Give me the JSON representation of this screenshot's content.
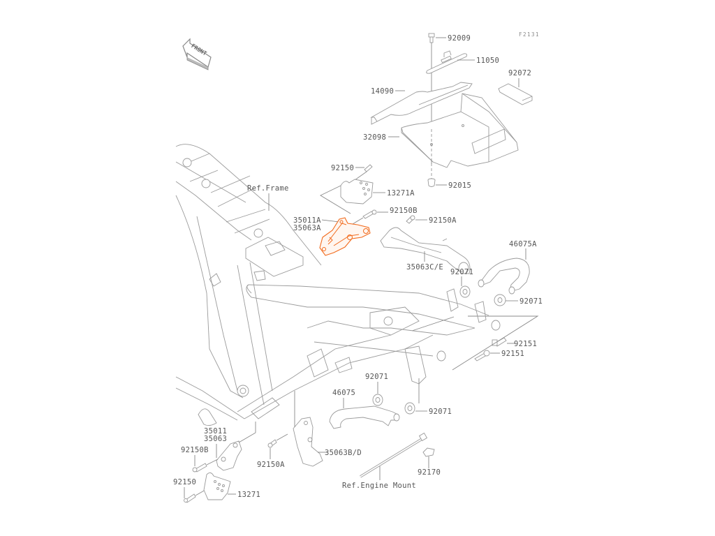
{
  "diagram": {
    "figure_code": "F2131",
    "front_indicator": "FRONT",
    "highlight_color": "#f26b1d",
    "line_color": "#9a9a9a",
    "highlighted_part": "35011A / 35063A",
    "references": {
      "frame": "Ref.Frame",
      "engine_mount": "Ref.Engine Mount"
    },
    "parts": [
      {
        "id": "p92009",
        "number": "92009"
      },
      {
        "id": "p11050",
        "number": "11050"
      },
      {
        "id": "p92072",
        "number": "92072"
      },
      {
        "id": "p14090",
        "number": "14090"
      },
      {
        "id": "p32098",
        "number": "32098"
      },
      {
        "id": "p92015",
        "number": "92015"
      },
      {
        "id": "p92150_top",
        "number": "92150"
      },
      {
        "id": "p13271A",
        "number": "13271A"
      },
      {
        "id": "p92150B_top",
        "number": "92150B"
      },
      {
        "id": "p92150A_top",
        "number": "92150A"
      },
      {
        "id": "p35011A",
        "number": "35011A"
      },
      {
        "id": "p35063A",
        "number": "35063A"
      },
      {
        "id": "p35063CE",
        "number": "35063C/E"
      },
      {
        "id": "p46075A",
        "number": "46075A"
      },
      {
        "id": "p92071_a",
        "number": "92071"
      },
      {
        "id": "p92071_b",
        "number": "92071"
      },
      {
        "id": "p92151_a",
        "number": "92151"
      },
      {
        "id": "p92151_b",
        "number": "92151"
      },
      {
        "id": "p92071_c",
        "number": "92071"
      },
      {
        "id": "p46075",
        "number": "46075"
      },
      {
        "id": "p92071_d",
        "number": "92071"
      },
      {
        "id": "p35063BD",
        "number": "35063B/D"
      },
      {
        "id": "p92170",
        "number": "92170"
      },
      {
        "id": "p35011",
        "number": "35011"
      },
      {
        "id": "p35063",
        "number": "35063"
      },
      {
        "id": "p92150B_bot",
        "number": "92150B"
      },
      {
        "id": "p92150A_bot",
        "number": "92150A"
      },
      {
        "id": "p92150_bot",
        "number": "92150"
      },
      {
        "id": "p13271",
        "number": "13271"
      }
    ]
  }
}
